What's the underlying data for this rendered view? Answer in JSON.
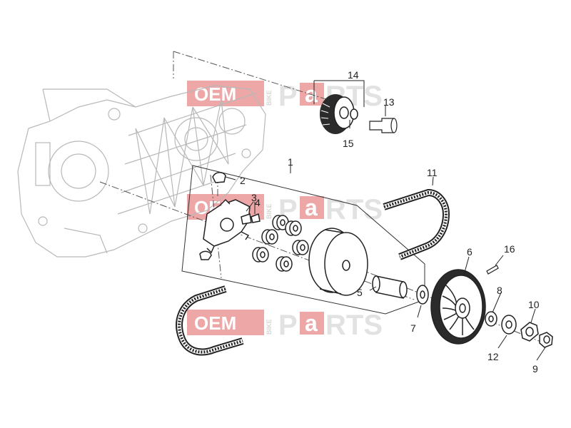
{
  "watermark": {
    "oem": "OEM",
    "bike": "BIKE",
    "p": "P",
    "a": "a",
    "rts": "RTS",
    "color": "#e88a8a"
  },
  "callouts": [
    "1",
    "2",
    "3",
    "4",
    "5",
    "6",
    "7",
    "8",
    "9",
    "10",
    "11",
    "12",
    "13",
    "14",
    "15",
    "16"
  ]
}
